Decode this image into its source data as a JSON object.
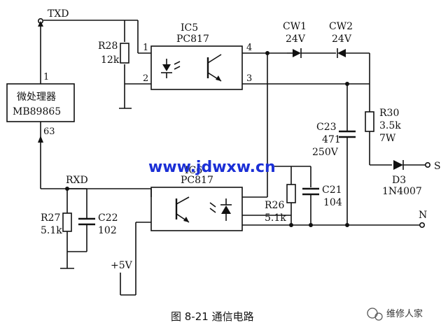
{
  "labels": {
    "txd": "TXD",
    "rxd": "RXD",
    "plus5v": "+5V",
    "pin1": "1",
    "pin63": "63",
    "mcu_name": "微处理器",
    "mcu_model": "MB89865",
    "r28": "R28",
    "r28_val": "12k",
    "r27": "R27",
    "r27_val": "5.1k",
    "c22": "C22",
    "c22_val": "102",
    "ic5": "IC5",
    "ic5_model": "PC817",
    "ic5_p1": "1",
    "ic5_p2": "2",
    "ic5_p3": "3",
    "ic5_p4": "4",
    "ic6": "IC6",
    "ic6_model": "PC817",
    "cw1": "CW1",
    "cw1_val": "24V",
    "cw2": "CW2",
    "cw2_val": "24V",
    "c23": "C23",
    "c23_val1": "471",
    "c23_val2": "250V",
    "r30": "R30",
    "r30_val1": "3.5k",
    "r30_val2": "7W",
    "d3": "D3",
    "d3_model": "1N4007",
    "s": "S",
    "n": "N",
    "r26": "R26",
    "r26_val": "5.1k",
    "c21": "C21",
    "c21_val": "104"
  },
  "watermark": "www.jdwxw.cn",
  "caption": "图 8-21   通信电路",
  "brand": "维修人家"
}
